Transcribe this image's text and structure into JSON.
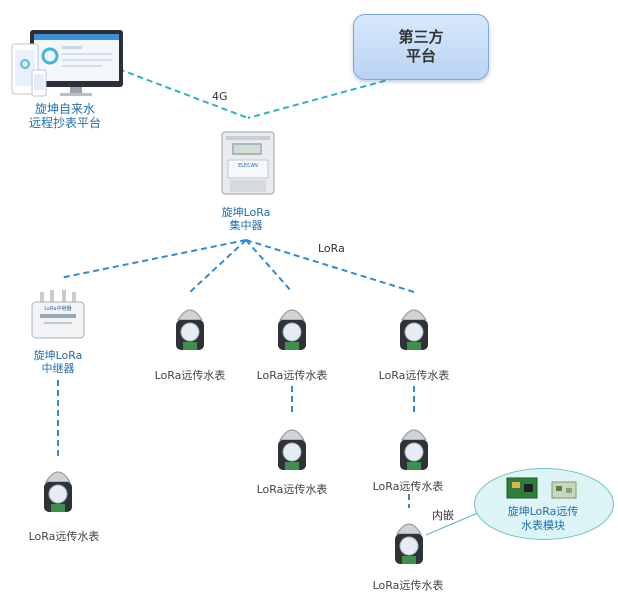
{
  "platform": {
    "line1": "旋坤自来水",
    "line2": "远程抄表平台"
  },
  "third_party": {
    "line1": "第三方",
    "line2": "平台"
  },
  "concentrator": {
    "line1": "旋坤LoRa",
    "line2": "集中器",
    "device_brand": "ELECAN"
  },
  "relay": {
    "line1": "旋坤LoRa",
    "line2": "中继器",
    "device_brand": "LoRa中继器"
  },
  "meter_label": "LoRa远传水表",
  "module": {
    "line1": "旋坤LoRa远传",
    "line2": "水表模块"
  },
  "edge_labels": {
    "fourg": "4G",
    "lora": "LoRa",
    "embedded": "内嵌"
  },
  "colors": {
    "link": "#2ab3c6",
    "lora_link": "#2f8bd6",
    "label_blue": "#1f6fb0"
  }
}
